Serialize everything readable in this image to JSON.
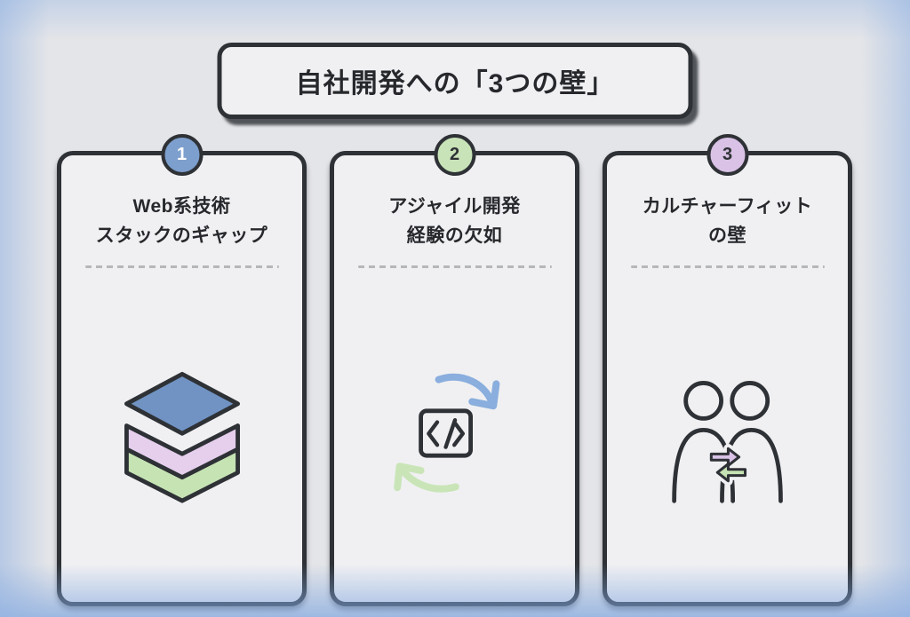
{
  "title": "自社開発への「3つの壁」",
  "colors": {
    "background": "#e4e5e8",
    "edge_glow_blue": "#92b2e2",
    "card_background": "#f0f0f2",
    "outline_dark": "#2e3135",
    "text_dark": "#26282c",
    "divider_gray": "#b5b7ba"
  },
  "cards": [
    {
      "number": "1",
      "accent_color": "#7d9fcd",
      "number_color": "#ffffff",
      "title_lines": [
        "Web系技術",
        "スタックのギャップ"
      ],
      "icon": "layer-stack-icon",
      "icon_colors": {
        "top_layer": "#7093c3",
        "middle_layer": "#e5cfed",
        "bottom_layer": "#c6e3b4"
      }
    },
    {
      "number": "2",
      "accent_color": "#c8e3b8",
      "number_color": "#2e3135",
      "title_lines": [
        "アジャイル開発",
        "経験の欠如"
      ],
      "icon": "code-cycle-icon",
      "icon_colors": {
        "arrow_top": "#8aaedd",
        "arrow_bottom": "#c9e5b8",
        "code_box": "#2e3135"
      }
    },
    {
      "number": "3",
      "accent_color": "#d9c2e6",
      "number_color": "#2e3135",
      "title_lines": [
        "カルチャーフィット",
        "の壁"
      ],
      "icon": "people-exchange-icon",
      "icon_colors": {
        "arrow_right": "#d9c2e6",
        "arrow_left": "#c6e3b4",
        "people": "#2e3135"
      }
    }
  ]
}
